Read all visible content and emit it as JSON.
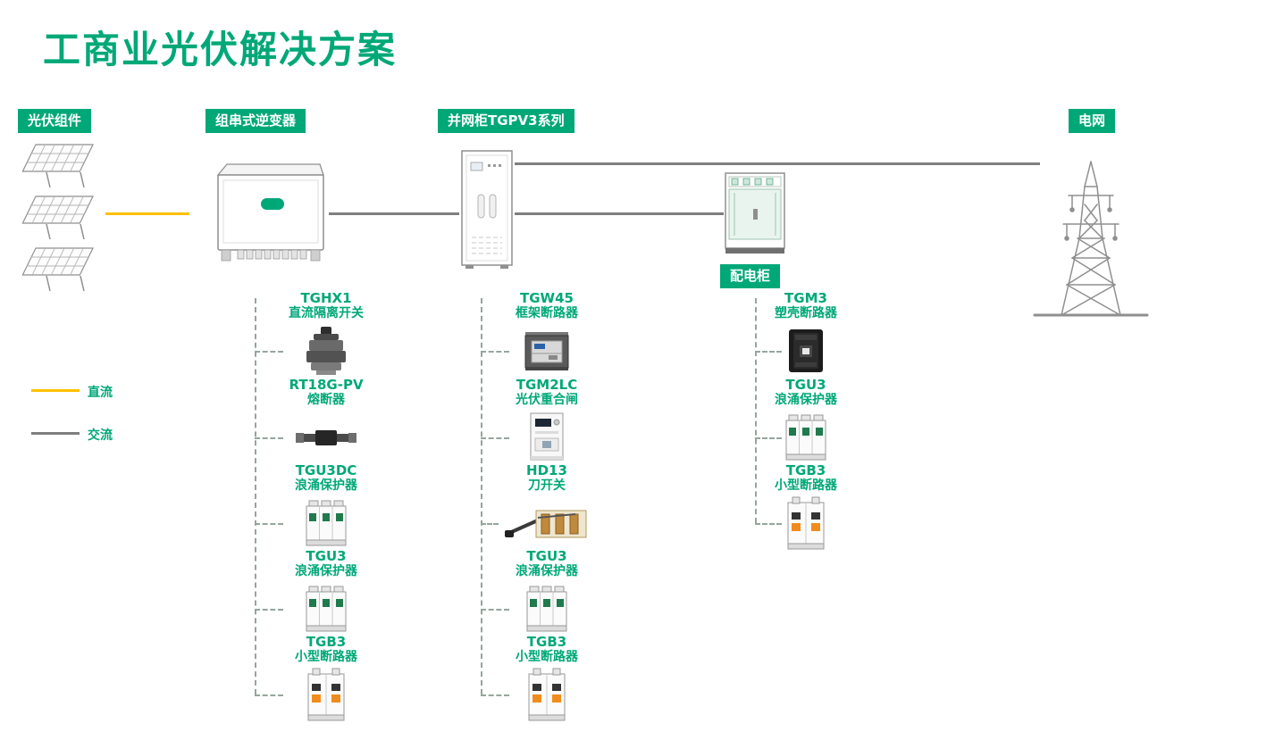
{
  "page": {
    "title": "工商业光伏解决方案"
  },
  "badges": {
    "pv_modules": "光伏组件",
    "string_inverter": "组串式逆变器",
    "grid_tie_cabinet": "并网柜TGPV3系列",
    "power_grid": "电网",
    "distribution_cabinet": "配电柜"
  },
  "legend": {
    "dc": "直流",
    "ac": "交流"
  },
  "colors": {
    "brand_green": "#00A878",
    "dc_line_yellow": "#FFC000",
    "ac_line_gray": "#7f7f7f"
  },
  "illustrations": [
    "solar-panel-array",
    "string-inverter-unit",
    "grid-tie-cabinet-unit",
    "distribution-cabinet-unit",
    "transmission-tower"
  ],
  "columns": [
    {
      "id": "inverter-dc-side",
      "items": [
        {
          "model": "TGHX1",
          "desc": "直流隔离开关",
          "icon": "dc-isolator-switch"
        },
        {
          "model": "RT18G-PV",
          "desc": "熔断器",
          "icon": "fuse"
        },
        {
          "model": "TGU3DC",
          "desc": "浪涌保护器",
          "icon": "surge-protector"
        },
        {
          "model": "TGU3",
          "desc": "浪涌保护器",
          "icon": "surge-protector"
        },
        {
          "model": "TGB3",
          "desc": "小型断路器",
          "icon": "miniature-circuit-breaker"
        }
      ]
    },
    {
      "id": "grid-tie-cabinet-side",
      "items": [
        {
          "model": "TGW45",
          "desc": "框架断路器",
          "icon": "air-frame-breaker"
        },
        {
          "model": "TGM2LC",
          "desc": "光伏重合闸",
          "icon": "pv-recloser"
        },
        {
          "model": "HD13",
          "desc": "刀开关",
          "icon": "knife-switch"
        },
        {
          "model": "TGU3",
          "desc": "浪涌保护器",
          "icon": "surge-protector"
        },
        {
          "model": "TGB3",
          "desc": "小型断路器",
          "icon": "miniature-circuit-breaker"
        }
      ]
    },
    {
      "id": "distribution-cabinet-side",
      "items": [
        {
          "model": "TGM3",
          "desc": "塑壳断路器",
          "icon": "molded-case-circuit-breaker"
        },
        {
          "model": "TGU3",
          "desc": "浪涌保护器",
          "icon": "surge-protector"
        },
        {
          "model": "TGB3",
          "desc": "小型断路器",
          "icon": "miniature-circuit-breaker"
        }
      ]
    }
  ]
}
